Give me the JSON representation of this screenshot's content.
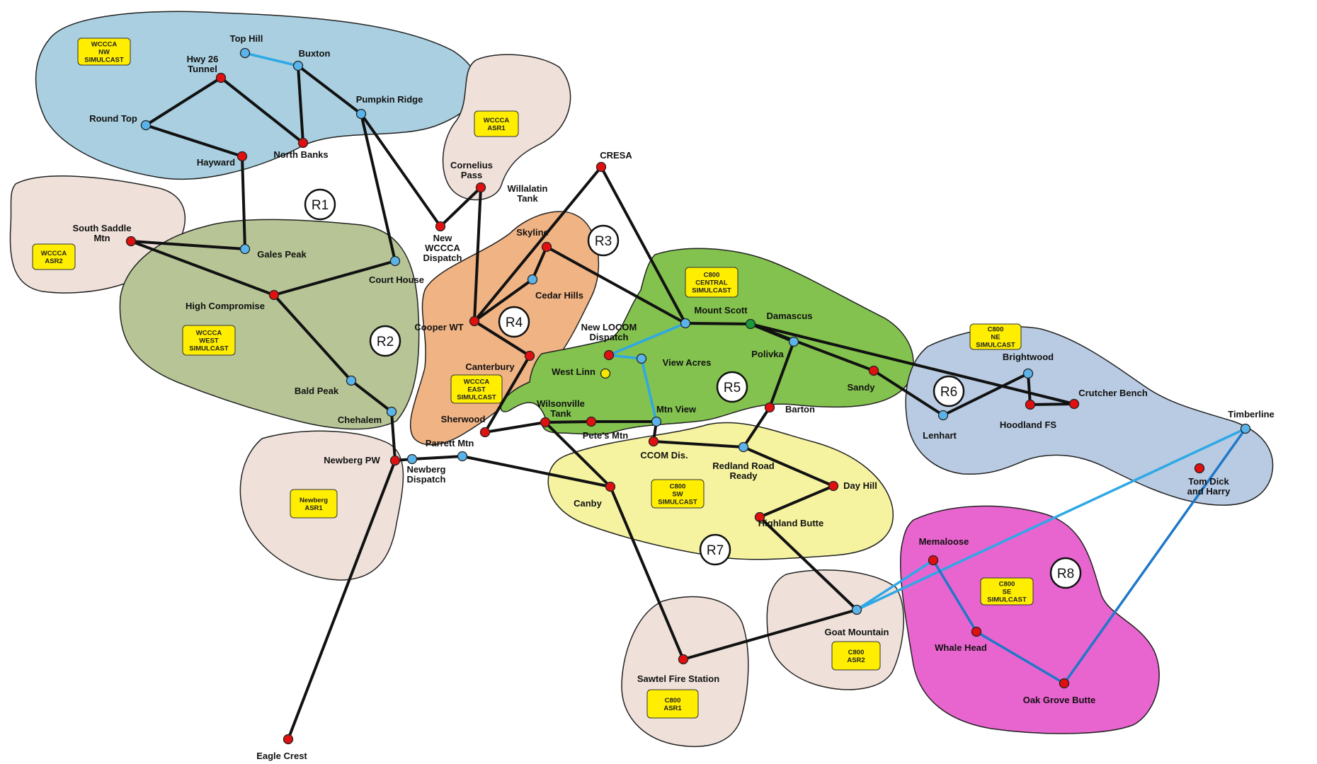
{
  "colors": {
    "link_black": "#111111",
    "link_light_blue": "#2ea8e6",
    "link_dark_blue": "#1f78c8",
    "site_red": "#e01010",
    "site_blue": "#5ab4ea",
    "site_green": "#1a9a3a",
    "site_yellow": "#f6e800",
    "badge_fill": "#ffee00"
  },
  "zones": [
    {
      "id": "nw",
      "fill": "#a9cfe0",
      "badge": [
        "WCCCA",
        "NW",
        "SIMULCAST"
      ]
    },
    {
      "id": "asr1_wcc",
      "fill": "#efe1da",
      "badge": [
        "WCCCA",
        "ASR1"
      ]
    },
    {
      "id": "asr2_wcc",
      "fill": "#efe1da",
      "badge": [
        "WCCCA",
        "ASR2"
      ]
    },
    {
      "id": "west",
      "fill": "#b7c596",
      "badge": [
        "WCCCA",
        "WEST",
        "SIMULCAST"
      ]
    },
    {
      "id": "east",
      "fill": "#f0b384",
      "badge": [
        "WCCCA",
        "EAST",
        "SIMULCAST"
      ]
    },
    {
      "id": "central",
      "fill": "#83c24e",
      "badge": [
        "C800",
        "CENTRAL",
        "SIMULCAST"
      ]
    },
    {
      "id": "ne",
      "fill": "#b8cbe2",
      "badge": [
        "C800",
        "NE",
        "SIMULCAST"
      ]
    },
    {
      "id": "newberg",
      "fill": "#efe1da",
      "badge": [
        "Newberg",
        "ASR1"
      ]
    },
    {
      "id": "sw",
      "fill": "#f5f3a0",
      "badge": [
        "C800",
        "SW",
        "SIMULCAST"
      ]
    },
    {
      "id": "sawtel",
      "fill": "#efe1da",
      "badge": [
        "C800",
        "ASR1"
      ]
    },
    {
      "id": "goat",
      "fill": "#efe1da",
      "badge": [
        "C800",
        "ASR2"
      ]
    },
    {
      "id": "se",
      "fill": "#e864cf",
      "badge": [
        "C800",
        "SE",
        "SIMULCAST"
      ]
    }
  ],
  "regions": [
    "R1",
    "R2",
    "R3",
    "R4",
    "R5",
    "R6",
    "R7",
    "R8"
  ],
  "sites": [
    {
      "id": "tophill",
      "label": [
        "Top Hill"
      ],
      "color": "blue"
    },
    {
      "id": "buxton",
      "label": [
        "Buxton"
      ],
      "color": "blue"
    },
    {
      "id": "hwy26",
      "label": [
        "Hwy 26",
        "Tunnel"
      ],
      "color": "red"
    },
    {
      "id": "roundtop",
      "label": [
        "Round Top"
      ],
      "color": "blue"
    },
    {
      "id": "pumpkin",
      "label": [
        "Pumpkin Ridge"
      ],
      "color": "blue"
    },
    {
      "id": "northbanks",
      "label": [
        "North Banks"
      ],
      "color": "red"
    },
    {
      "id": "hayward",
      "label": [
        "Hayward"
      ],
      "color": "red"
    },
    {
      "id": "cornelius",
      "label": [
        "Cornelius",
        "Pass"
      ],
      "color": "red"
    },
    {
      "id": "willalatin",
      "label": [
        "Willalatin",
        "Tank"
      ],
      "color": "none"
    },
    {
      "id": "cresa",
      "label": [
        "CRESA"
      ],
      "color": "red"
    },
    {
      "id": "newwccca",
      "label": [
        "New",
        "WCCCA",
        "Dispatch"
      ],
      "color": "red"
    },
    {
      "id": "southsaddle",
      "label": [
        "South Saddle",
        "Mtn"
      ],
      "color": "red"
    },
    {
      "id": "galespeak",
      "label": [
        "Gales Peak"
      ],
      "color": "blue"
    },
    {
      "id": "courthouse",
      "label": [
        "Court House"
      ],
      "color": "blue"
    },
    {
      "id": "highcomp",
      "label": [
        "High Compromise"
      ],
      "color": "red"
    },
    {
      "id": "skyline",
      "label": [
        "Skyline"
      ],
      "color": "red"
    },
    {
      "id": "cedarhills",
      "label": [
        "Cedar Hills"
      ],
      "color": "blue"
    },
    {
      "id": "cooperwt",
      "label": [
        "Cooper WT"
      ],
      "color": "red"
    },
    {
      "id": "mountscott",
      "label": [
        "Mount Scott"
      ],
      "color": "blue"
    },
    {
      "id": "damascus",
      "label": [
        "Damascus"
      ],
      "color": "green"
    },
    {
      "id": "newlocom",
      "label": [
        "New LOCOM",
        "Dispatch"
      ],
      "color": "red"
    },
    {
      "id": "viewacres",
      "label": [
        "View Acres"
      ],
      "color": "blue"
    },
    {
      "id": "polivka",
      "label": [
        "Polivka"
      ],
      "color": "blue"
    },
    {
      "id": "westlinn",
      "label": [
        "West Linn"
      ],
      "color": "yellow"
    },
    {
      "id": "canterbury",
      "label": [
        "Canterbury"
      ],
      "color": "red"
    },
    {
      "id": "sandy",
      "label": [
        "Sandy"
      ],
      "color": "red"
    },
    {
      "id": "brightwood",
      "label": [
        "Brightwood"
      ],
      "color": "blue"
    },
    {
      "id": "crutcher",
      "label": [
        "Crutcher Bench"
      ],
      "color": "red"
    },
    {
      "id": "hoodland",
      "label": [
        "Hoodland FS"
      ],
      "color": "red"
    },
    {
      "id": "lenhart",
      "label": [
        "Lenhart"
      ],
      "color": "blue"
    },
    {
      "id": "baldpeak",
      "label": [
        "Bald Peak"
      ],
      "color": "blue"
    },
    {
      "id": "chehalem",
      "label": [
        "Chehalem"
      ],
      "color": "blue"
    },
    {
      "id": "wilsonville",
      "label": [
        "Wilsonville",
        "Tank"
      ],
      "color": "red"
    },
    {
      "id": "petesmtn",
      "label": [
        "Pete's Mtn"
      ],
      "color": "red"
    },
    {
      "id": "mtnview",
      "label": [
        "Mtn View"
      ],
      "color": "blue"
    },
    {
      "id": "barton",
      "label": [
        "Barton"
      ],
      "color": "red"
    },
    {
      "id": "sherwood",
      "label": [
        "Sherwood"
      ],
      "color": "red"
    },
    {
      "id": "parrett",
      "label": [
        "Parrett Mtn"
      ],
      "color": "blue"
    },
    {
      "id": "newbergpw",
      "label": [
        "Newberg PW"
      ],
      "color": "red"
    },
    {
      "id": "newbergdisp",
      "label": [
        "Newberg",
        "Dispatch"
      ],
      "color": "blue"
    },
    {
      "id": "ccom",
      "label": [
        "CCOM Dis."
      ],
      "color": "red"
    },
    {
      "id": "redland",
      "label": [
        "Redland Road",
        "Ready"
      ],
      "color": "blue"
    },
    {
      "id": "timberline",
      "label": [
        "Timberline"
      ],
      "color": "blue"
    },
    {
      "id": "tomdick",
      "label": [
        "Tom Dick",
        "and Harry"
      ],
      "color": "red"
    },
    {
      "id": "canby",
      "label": [
        "Canby"
      ],
      "color": "red"
    },
    {
      "id": "dayhill",
      "label": [
        "Day Hill"
      ],
      "color": "red"
    },
    {
      "id": "highlandbutte",
      "label": [
        "Highland Butte"
      ],
      "color": "red"
    },
    {
      "id": "memaloose",
      "label": [
        "Memaloose"
      ],
      "color": "red"
    },
    {
      "id": "whalehead",
      "label": [
        "Whale Head"
      ],
      "color": "red"
    },
    {
      "id": "oakgrove",
      "label": [
        "Oak Grove Butte"
      ],
      "color": "red"
    },
    {
      "id": "goatmtn",
      "label": [
        "Goat Mountain"
      ],
      "color": "blue"
    },
    {
      "id": "sawtel",
      "label": [
        "Sawtel Fire Station"
      ],
      "color": "red"
    },
    {
      "id": "eaglecrest",
      "label": [
        "Eagle Crest"
      ],
      "color": "red"
    }
  ],
  "links": [
    {
      "from": "tophill",
      "to": "buxton",
      "kind": "light_blue"
    },
    {
      "from": "buxton",
      "to": "northbanks",
      "kind": "black"
    },
    {
      "from": "buxton",
      "to": "pumpkin",
      "kind": "black"
    },
    {
      "from": "hwy26",
      "to": "northbanks",
      "kind": "black"
    },
    {
      "from": "hwy26",
      "to": "roundtop",
      "kind": "black"
    },
    {
      "from": "roundtop",
      "to": "hayward",
      "kind": "black"
    },
    {
      "from": "hayward",
      "to": "galespeak",
      "kind": "black"
    },
    {
      "from": "pumpkin",
      "to": "courthouse",
      "kind": "black"
    },
    {
      "from": "pumpkin",
      "to": "newwccca",
      "kind": "black"
    },
    {
      "from": "newwccca",
      "to": "cornelius",
      "kind": "black"
    },
    {
      "from": "cornelius",
      "to": "cooperwt",
      "kind": "black"
    },
    {
      "from": "southsaddle",
      "to": "galespeak",
      "kind": "black"
    },
    {
      "from": "southsaddle",
      "to": "highcomp",
      "kind": "black"
    },
    {
      "from": "courthouse",
      "to": "highcomp",
      "kind": "black"
    },
    {
      "from": "highcomp",
      "to": "baldpeak",
      "kind": "black"
    },
    {
      "from": "baldpeak",
      "to": "chehalem",
      "kind": "black"
    },
    {
      "from": "chehalem",
      "to": "newbergpw",
      "kind": "black"
    },
    {
      "from": "newbergpw",
      "to": "eaglecrest",
      "kind": "black"
    },
    {
      "from": "newbergpw",
      "to": "newbergdisp",
      "kind": "black"
    },
    {
      "from": "newbergdisp",
      "to": "parrett",
      "kind": "black"
    },
    {
      "from": "parrett",
      "to": "canby",
      "kind": "black"
    },
    {
      "from": "cresa",
      "to": "cooperwt",
      "kind": "black"
    },
    {
      "from": "cresa",
      "to": "mountscott",
      "kind": "black"
    },
    {
      "from": "cooperwt",
      "to": "cedarhills",
      "kind": "black"
    },
    {
      "from": "cedarhills",
      "to": "skyline",
      "kind": "black"
    },
    {
      "from": "skyline",
      "to": "mountscott",
      "kind": "black"
    },
    {
      "from": "cooperwt",
      "to": "canterbury",
      "kind": "black"
    },
    {
      "from": "canterbury",
      "to": "sherwood",
      "kind": "black"
    },
    {
      "from": "sherwood",
      "to": "wilsonville",
      "kind": "black"
    },
    {
      "from": "wilsonville",
      "to": "petesmtn",
      "kind": "black"
    },
    {
      "from": "petesmtn",
      "to": "mtnview",
      "kind": "black"
    },
    {
      "from": "wilsonville",
      "to": "canby",
      "kind": "black"
    },
    {
      "from": "mountscott",
      "to": "damascus",
      "kind": "black"
    },
    {
      "from": "damascus",
      "to": "sandy",
      "kind": "black"
    },
    {
      "from": "damascus",
      "to": "polivka",
      "kind": "black"
    },
    {
      "from": "damascus",
      "to": "crutcher",
      "kind": "black"
    },
    {
      "from": "sandy",
      "to": "lenhart",
      "kind": "black"
    },
    {
      "from": "lenhart",
      "to": "brightwood",
      "kind": "black"
    },
    {
      "from": "brightwood",
      "to": "hoodland",
      "kind": "black"
    },
    {
      "from": "hoodland",
      "to": "crutcher",
      "kind": "black"
    },
    {
      "from": "polivka",
      "to": "barton",
      "kind": "black"
    },
    {
      "from": "barton",
      "to": "redland",
      "kind": "black"
    },
    {
      "from": "mtnview",
      "to": "ccom",
      "kind": "black"
    },
    {
      "from": "ccom",
      "to": "redland",
      "kind": "black"
    },
    {
      "from": "redland",
      "to": "dayhill",
      "kind": "black"
    },
    {
      "from": "dayhill",
      "to": "highlandbutte",
      "kind": "black"
    },
    {
      "from": "highlandbutte",
      "to": "goatmtn",
      "kind": "black"
    },
    {
      "from": "canby",
      "to": "sawtel",
      "kind": "black"
    },
    {
      "from": "sawtel",
      "to": "goatmtn",
      "kind": "black"
    },
    {
      "from": "mountscott",
      "to": "newlocom",
      "kind": "light_blue"
    },
    {
      "from": "newlocom",
      "to": "viewacres",
      "kind": "light_blue"
    },
    {
      "from": "viewacres",
      "to": "mtnview",
      "kind": "light_blue"
    },
    {
      "from": "goatmtn",
      "to": "timberline",
      "kind": "light_blue"
    },
    {
      "from": "goatmtn",
      "to": "memaloose",
      "kind": "light_blue"
    },
    {
      "from": "memaloose",
      "to": "whalehead",
      "kind": "dark_blue"
    },
    {
      "from": "whalehead",
      "to": "oakgrove",
      "kind": "dark_blue"
    },
    {
      "from": "oakgrove",
      "to": "timberline",
      "kind": "dark_blue"
    }
  ]
}
